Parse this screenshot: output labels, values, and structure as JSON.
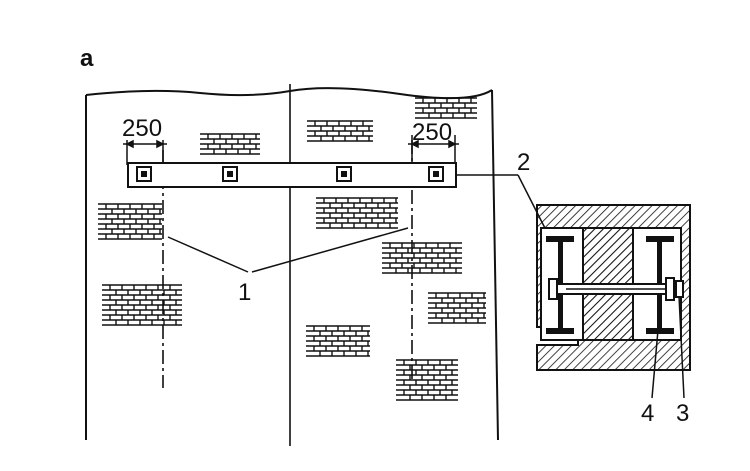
{
  "figure": {
    "panel_label": "a",
    "dimension_left": "250",
    "dimension_right": "250",
    "callouts": [
      "1",
      "2",
      "3",
      "4"
    ]
  }
}
